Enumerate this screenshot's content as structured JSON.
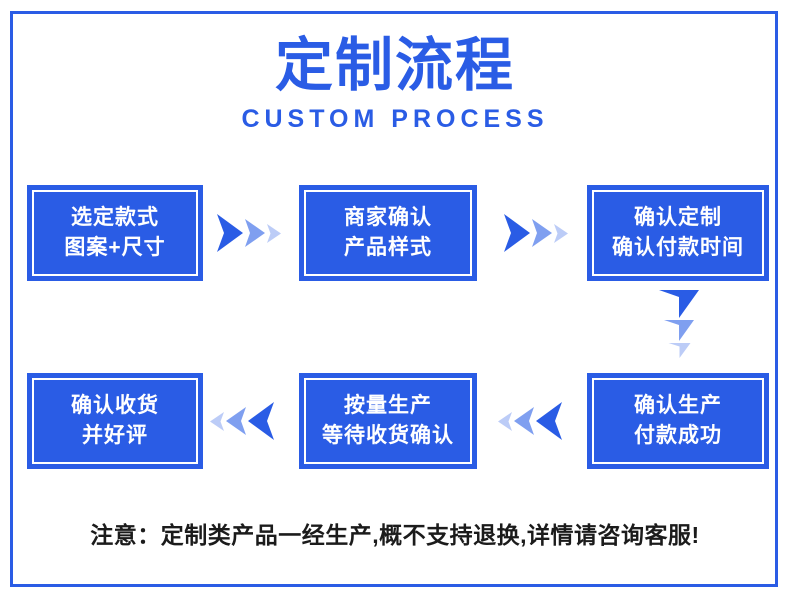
{
  "poster": {
    "background_color": "#ffffff",
    "frame_color": "#2a5ce5",
    "accent_color": "#2a5ce5",
    "box_fill_color": "#2a5ce5",
    "box_inner_border_color": "#ffffff",
    "box_text_color": "#ffffff",
    "arrow_colors": [
      "#2a5ce5",
      "#7f9ff0",
      "#bcccf7"
    ]
  },
  "heading": {
    "cn": "定制流程",
    "en": "CUSTOM PROCESS"
  },
  "steps": [
    {
      "id": "step-1",
      "line1": "选定款式",
      "line2": "图案+尺寸"
    },
    {
      "id": "step-2",
      "line1": "商家确认",
      "line2": "产品样式"
    },
    {
      "id": "step-3",
      "line1": "确认定制",
      "line2": "确认付款时间"
    },
    {
      "id": "step-4",
      "line1": "确认生产",
      "line2": "付款成功"
    },
    {
      "id": "step-5",
      "line1": "按量生产",
      "line2": "等待收货确认"
    },
    {
      "id": "step-6",
      "line1": "确认收货",
      "line2": "并好评"
    }
  ],
  "connectors": [
    {
      "id": "connector-1",
      "direction": "right",
      "from": "step-1",
      "to": "step-2"
    },
    {
      "id": "connector-2",
      "direction": "right",
      "from": "step-2",
      "to": "step-3"
    },
    {
      "id": "connector-3",
      "direction": "down",
      "from": "step-3",
      "to": "step-4"
    },
    {
      "id": "connector-4",
      "direction": "left",
      "from": "step-4",
      "to": "step-5"
    },
    {
      "id": "connector-5",
      "direction": "left",
      "from": "step-5",
      "to": "step-6"
    }
  ],
  "notice": {
    "text": "注意：定制类产品一经生产,概不支持退换,详情请咨询客服!"
  }
}
